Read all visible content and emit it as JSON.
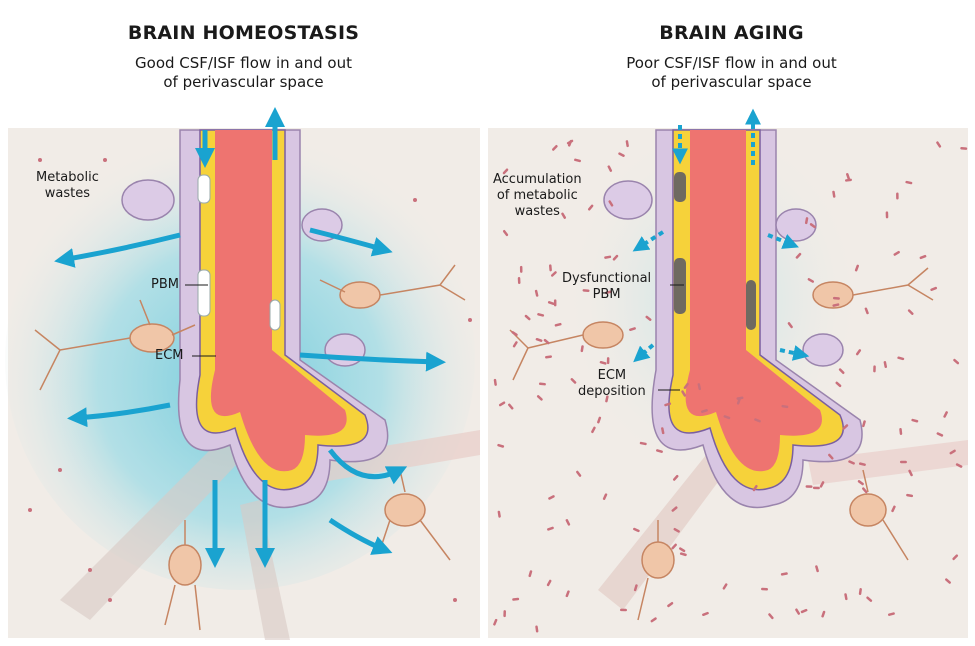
{
  "left": {
    "title": "BRAIN HOMEOSTASIS",
    "subtitle_line1": "Good CSF/ISF flow in and out",
    "subtitle_line2": "of perivascular space",
    "label_wastes_line1": "Metabolic",
    "label_wastes_line2": "wastes",
    "label_pbm": "PBM",
    "label_ecm": "ECM"
  },
  "right": {
    "title": "BRAIN AGING",
    "subtitle_line1": "Poor CSF/ISF flow in and out",
    "subtitle_line2": "of perivascular space",
    "label_accum_line1": "Accumulation",
    "label_accum_line2": "of metabolic",
    "label_accum_line3": "wastes",
    "label_dpbm_line1": "Dysfunctional",
    "label_dpbm_line2": "PBM",
    "label_ecm_line1": "ECM",
    "label_ecm_line2": "deposition"
  },
  "colors": {
    "background": "#f1ece7",
    "csf_glow": "#7fd0e0",
    "flow_arrow": "#1aa3d0",
    "vessel_lumen": "#ee7470",
    "vessel_wall": "#f6d23a",
    "endfeet": "#c7b3d4",
    "neuron": "#dfa07e",
    "waste_particles": "#c9707c",
    "ecm_deposit": "#6f6a60"
  }
}
